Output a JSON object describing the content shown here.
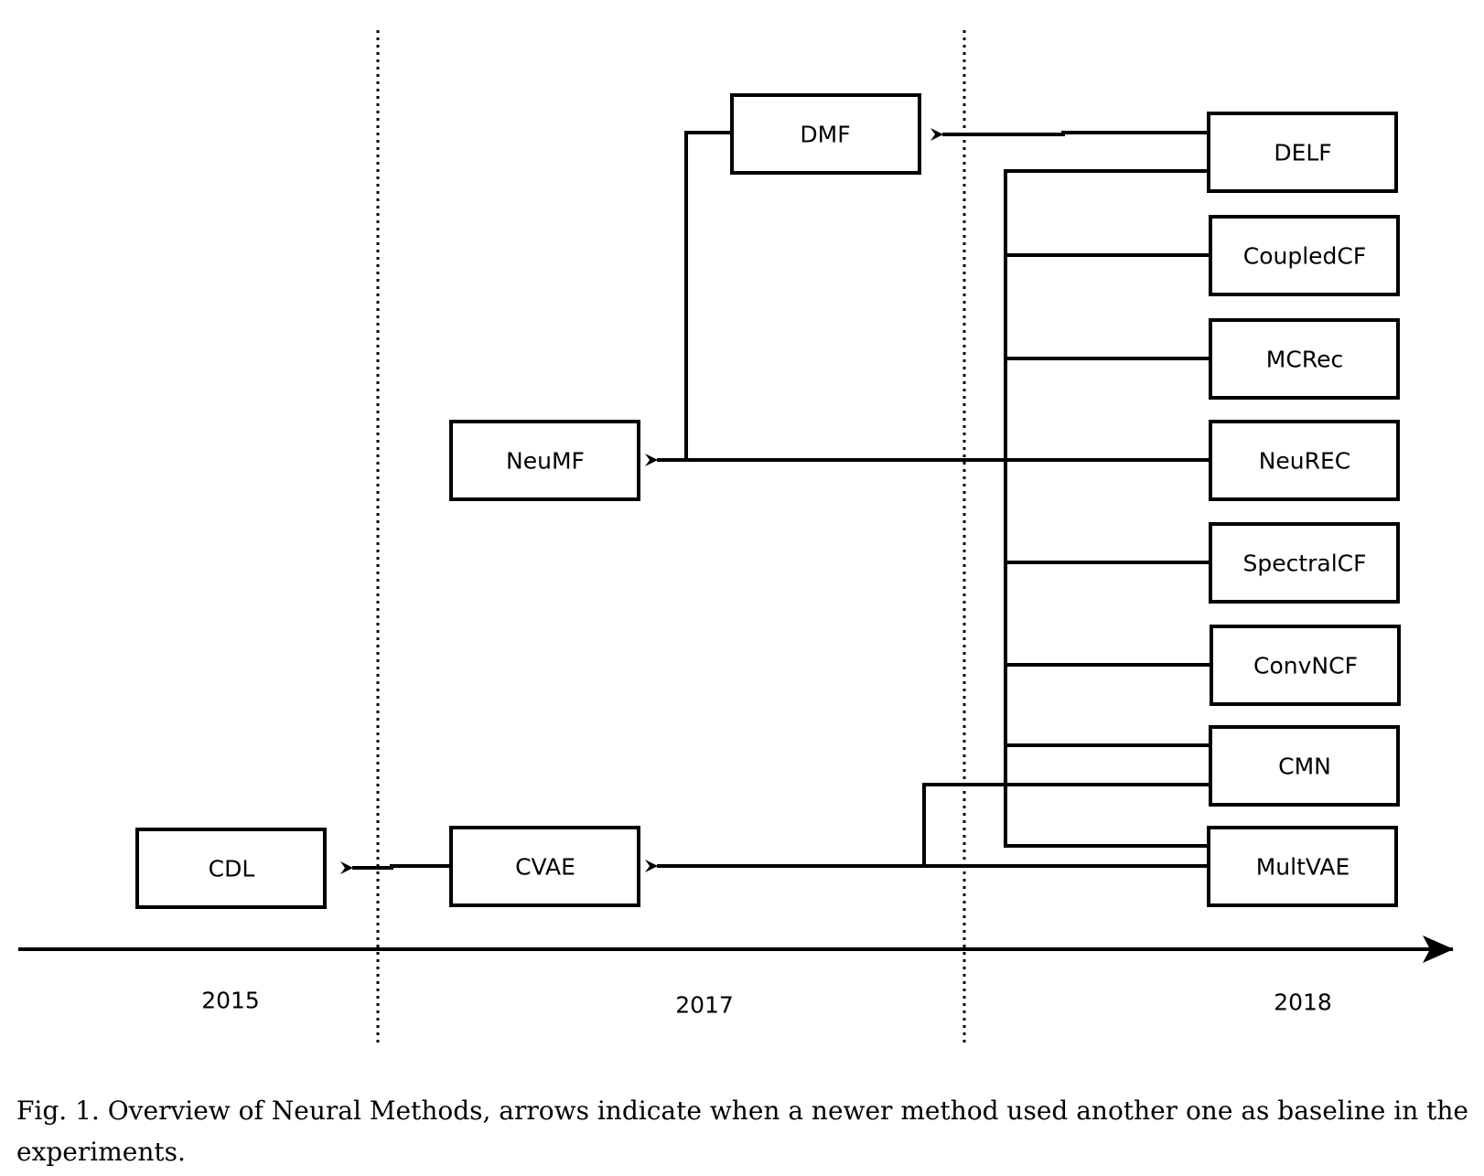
{
  "nodes": {
    "dmf": "DMF",
    "delf": "DELF",
    "coupledcf": "CoupledCF",
    "mcrec": "MCRec",
    "neumf": "NeuMF",
    "neurec": "NeuREC",
    "spectralcf": "SpectralCF",
    "convncf": "ConvNCF",
    "cmn": "CMN",
    "cdl": "CDL",
    "cvae": "CVAE",
    "multvae": "MultVAE"
  },
  "timeline": {
    "years": [
      "2015",
      "2017",
      "2018"
    ]
  },
  "caption": "Fig. 1.  Overview of Neural Methods, arrows indicate when a newer method used another one as baseline in the experiments.",
  "colors": {
    "ink": "#000000",
    "background": "#ffffff"
  }
}
